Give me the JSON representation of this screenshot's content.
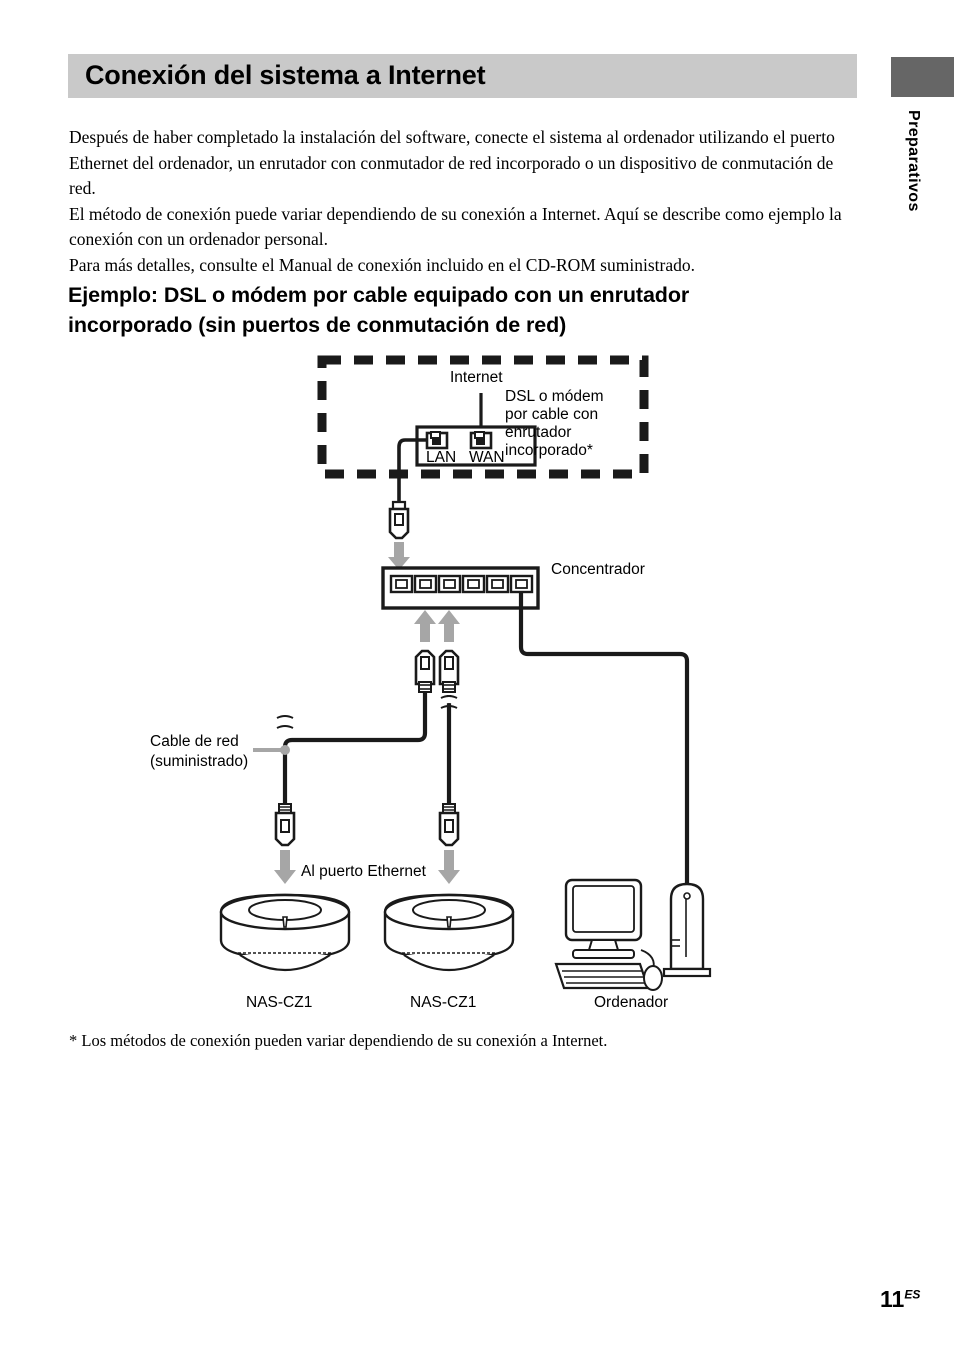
{
  "page": {
    "title": "Conexión del sistema a Internet",
    "number": "11",
    "number_suffix": "ES",
    "side_tab_label": "Preparativos",
    "band_color": "#c9c9c9",
    "tab_color": "#666666"
  },
  "body": {
    "paragraph1": "Después de haber completado la instalación del software, conecte el sistema al ordenador utilizando el puerto Ethernet del ordenador, un enrutador con conmutador de red incorporado o un dispositivo de conmutación de red.",
    "paragraph2": "El método de conexión puede variar dependiendo de su conexión a Internet. Aquí se describe como ejemplo la conexión con un ordenador personal.",
    "paragraph3": "Para más detalles, consulte el Manual de conexión incluido en el CD-ROM suministrado."
  },
  "subheading": {
    "line1": "Ejemplo: DSL o módem por cable equipado con un enrutador",
    "line2": "incorporado (sin puertos de conmutación de red)"
  },
  "diagram": {
    "internet_label": "Internet",
    "modem_label_line1": "DSL o módem",
    "modem_label_line2": "por cable con",
    "modem_label_line3": "enrutador",
    "modem_label_line4": "incorporado*",
    "port_lan": "LAN",
    "port_wan": "WAN",
    "hub_label": "Concentrador",
    "cable_label_line1": "Cable de red",
    "cable_label_line2": "(suministrado)",
    "ethernet_label": "Al puerto Ethernet",
    "device1_label": "NAS-CZ1",
    "device2_label": "NAS-CZ1",
    "computer_label": "Ordenador",
    "arrow_color": "#a6a6a6",
    "line_color": "#1a1a1a"
  },
  "footnote": {
    "text": "* Los métodos de conexión pueden variar dependiendo de su conexión a Internet."
  }
}
